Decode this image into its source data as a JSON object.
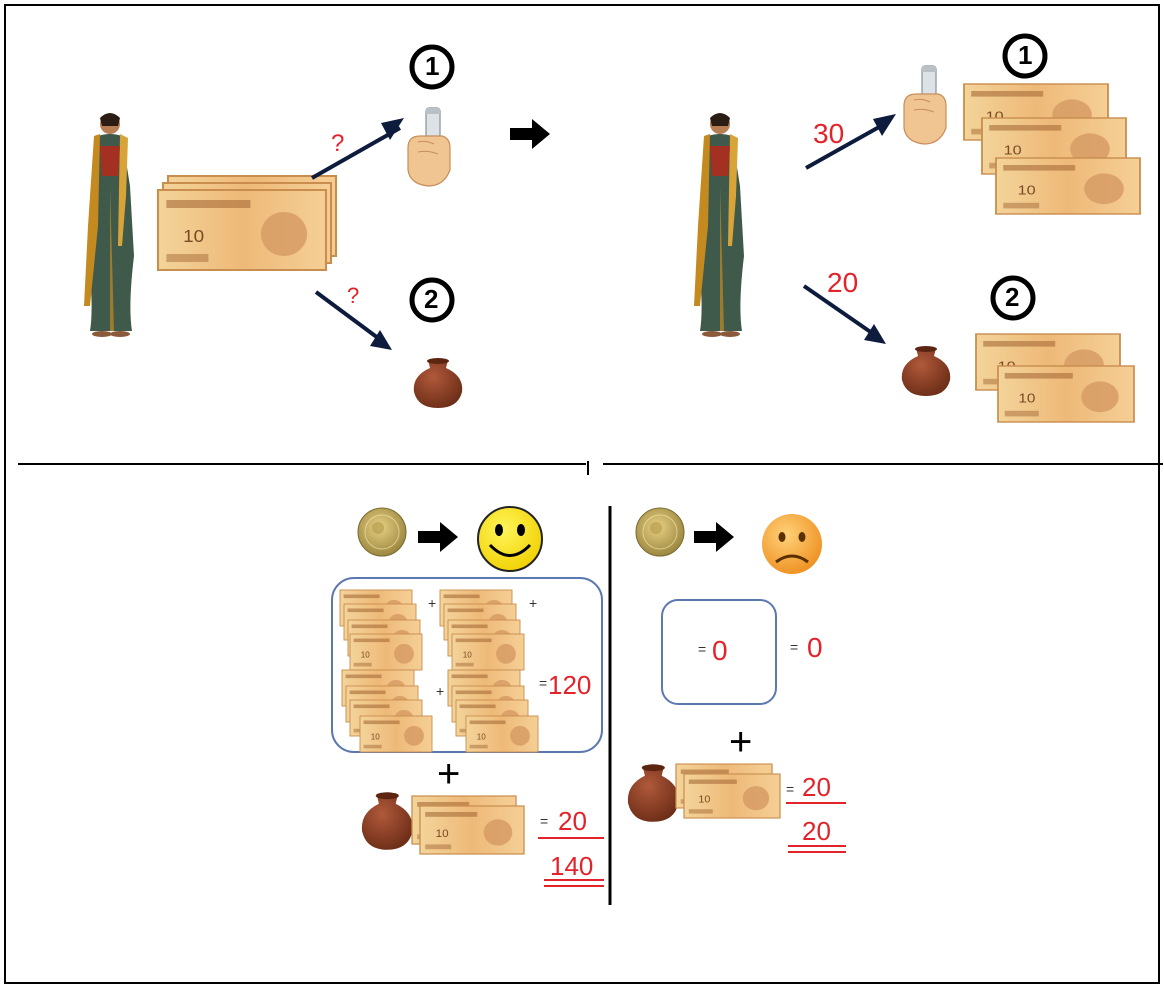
{
  "top_left": {
    "step_one": "1",
    "step_two": "2",
    "split_one": "?",
    "split_two": "?"
  },
  "top_right": {
    "step_one": "1",
    "step_two": "2",
    "amount_one": "30",
    "amount_two": "20"
  },
  "bottom_left": {
    "plus": "+",
    "eq_sign_a": "=",
    "subtotal": "120",
    "plus_big": "+",
    "eq_sign_b": "=",
    "pot_amount": "20",
    "total": "140"
  },
  "bottom_right": {
    "eq_sign_box": "=",
    "box_value": "0",
    "eq_sign_side": "=",
    "side_value": "0",
    "plus_big": "+",
    "eq_sign_pot": "=",
    "pot_amount": "20",
    "total": "20"
  },
  "colors": {
    "accent_red": "#e2232a",
    "note": "#e9b774",
    "pot": "#8a3d1f",
    "coin": "#c9b15c",
    "smile": "#ffe600",
    "sad": "#f4a23a",
    "arrow": "#0d1b3d"
  },
  "icons": [
    "woman-figure",
    "banknote",
    "hand-holding-tube-icon",
    "clay-pot-icon",
    "coin-icon",
    "happy-face-icon",
    "sad-face-icon",
    "right-arrow-icon"
  ]
}
